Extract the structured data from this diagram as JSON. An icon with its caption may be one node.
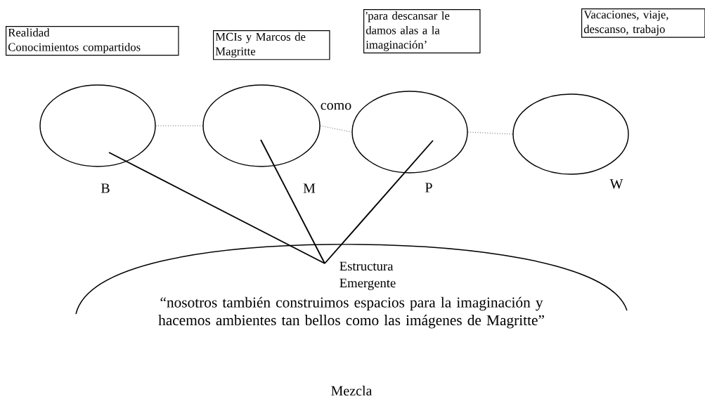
{
  "diagram": {
    "nodes": [
      {
        "text": [
          "Realidad",
          "Conocimientos compartidos"
        ]
      },
      {
        "text": [
          "MCIs y Marcos de Magritte"
        ]
      },
      {
        "text": [
          "'para descansar le damos alas a la imaginación’"
        ]
      },
      {
        "text": [
          "Vacaciones, viaje, descanso, trabajo"
        ]
      },
      {
        "text": [
          "B"
        ]
      },
      {
        "text": [
          "M"
        ]
      },
      {
        "text": [
          "P"
        ]
      },
      {
        "text": [
          "W"
        ]
      },
      {
        "text": [
          "Estructura Emergente",
          "“nosotros también construimos espacios para la imaginación y hacemos ambientes tan bellos como las imágenes de Magritte”",
          "Mezcla"
        ]
      }
    ],
    "edges": [
      {
        "from": 4,
        "to": 5,
        "arrow": "none",
        "style": "dashed"
      },
      {
        "from": 5,
        "to": 6,
        "arrow": "none",
        "style": "dashed",
        "label": "como"
      },
      {
        "from": 6,
        "to": 7,
        "arrow": "none",
        "style": "dashed"
      },
      {
        "from": 4,
        "to": 8,
        "arrow": "none"
      },
      {
        "from": 5,
        "to": 8,
        "arrow": "none"
      },
      {
        "from": 6,
        "to": 8,
        "arrow": "none"
      }
    ]
  }
}
